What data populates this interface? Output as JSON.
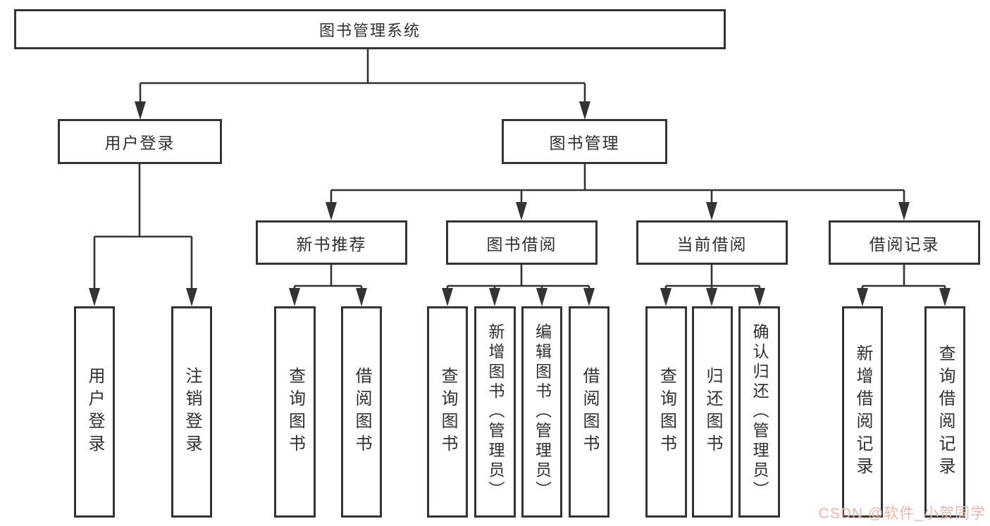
{
  "diagram": {
    "root": {
      "label": "图书管理系统"
    },
    "branches": [
      {
        "label": "用户登录",
        "children": [
          {
            "label": "用户登录"
          },
          {
            "label": "注销登录"
          }
        ]
      },
      {
        "label": "图书管理",
        "children": [
          {
            "label": "新书推荐",
            "children": [
              {
                "label": "查询图书"
              },
              {
                "label": "借阅图书"
              }
            ]
          },
          {
            "label": "图书借阅",
            "children": [
              {
                "label": "查询图书"
              },
              {
                "label": "新增图书（管理员）"
              },
              {
                "label": "编辑图书（管理员）"
              },
              {
                "label": "借阅图书"
              }
            ]
          },
          {
            "label": "当前借阅",
            "children": [
              {
                "label": "查询图书"
              },
              {
                "label": "归还图书"
              },
              {
                "label": "确认归还（管理员）"
              }
            ]
          },
          {
            "label": "借阅记录",
            "children": [
              {
                "label": "新增借阅记录"
              },
              {
                "label": "查询借阅记录"
              }
            ]
          }
        ]
      }
    ]
  },
  "watermark": {
    "text": "CSDN @软件_小贺同学"
  },
  "colors": {
    "line": "#333333",
    "border": "#333333",
    "text": "#303030",
    "background": "#ffffff",
    "watermark": "#f0b4aa"
  }
}
